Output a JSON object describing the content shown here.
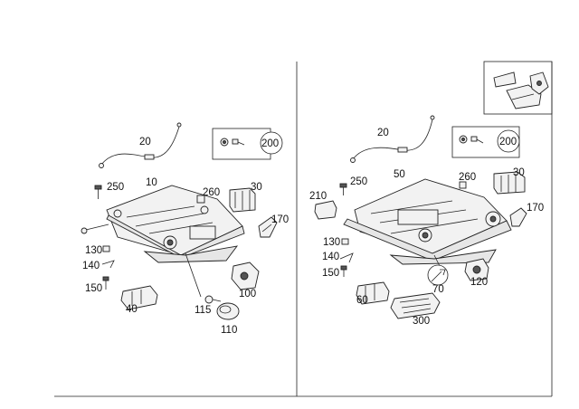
{
  "callouts": {
    "left": {
      "c20": "20",
      "c200": "200",
      "c250": "250",
      "c10": "10",
      "c260": "260",
      "c30": "30",
      "c170": "170",
      "c130": "130",
      "c140": "140",
      "c150": "150",
      "c100": "100",
      "c40": "40",
      "c115": "115",
      "c110": "110"
    },
    "right": {
      "c20": "20",
      "c200": "200",
      "c50": "50",
      "c260": "260",
      "c30": "30",
      "c250": "250",
      "c210": "210",
      "c170": "170",
      "c130": "130",
      "c140": "140",
      "c150": "150",
      "c120": "120",
      "c70": "70",
      "c60": "60",
      "c300": "300"
    }
  }
}
